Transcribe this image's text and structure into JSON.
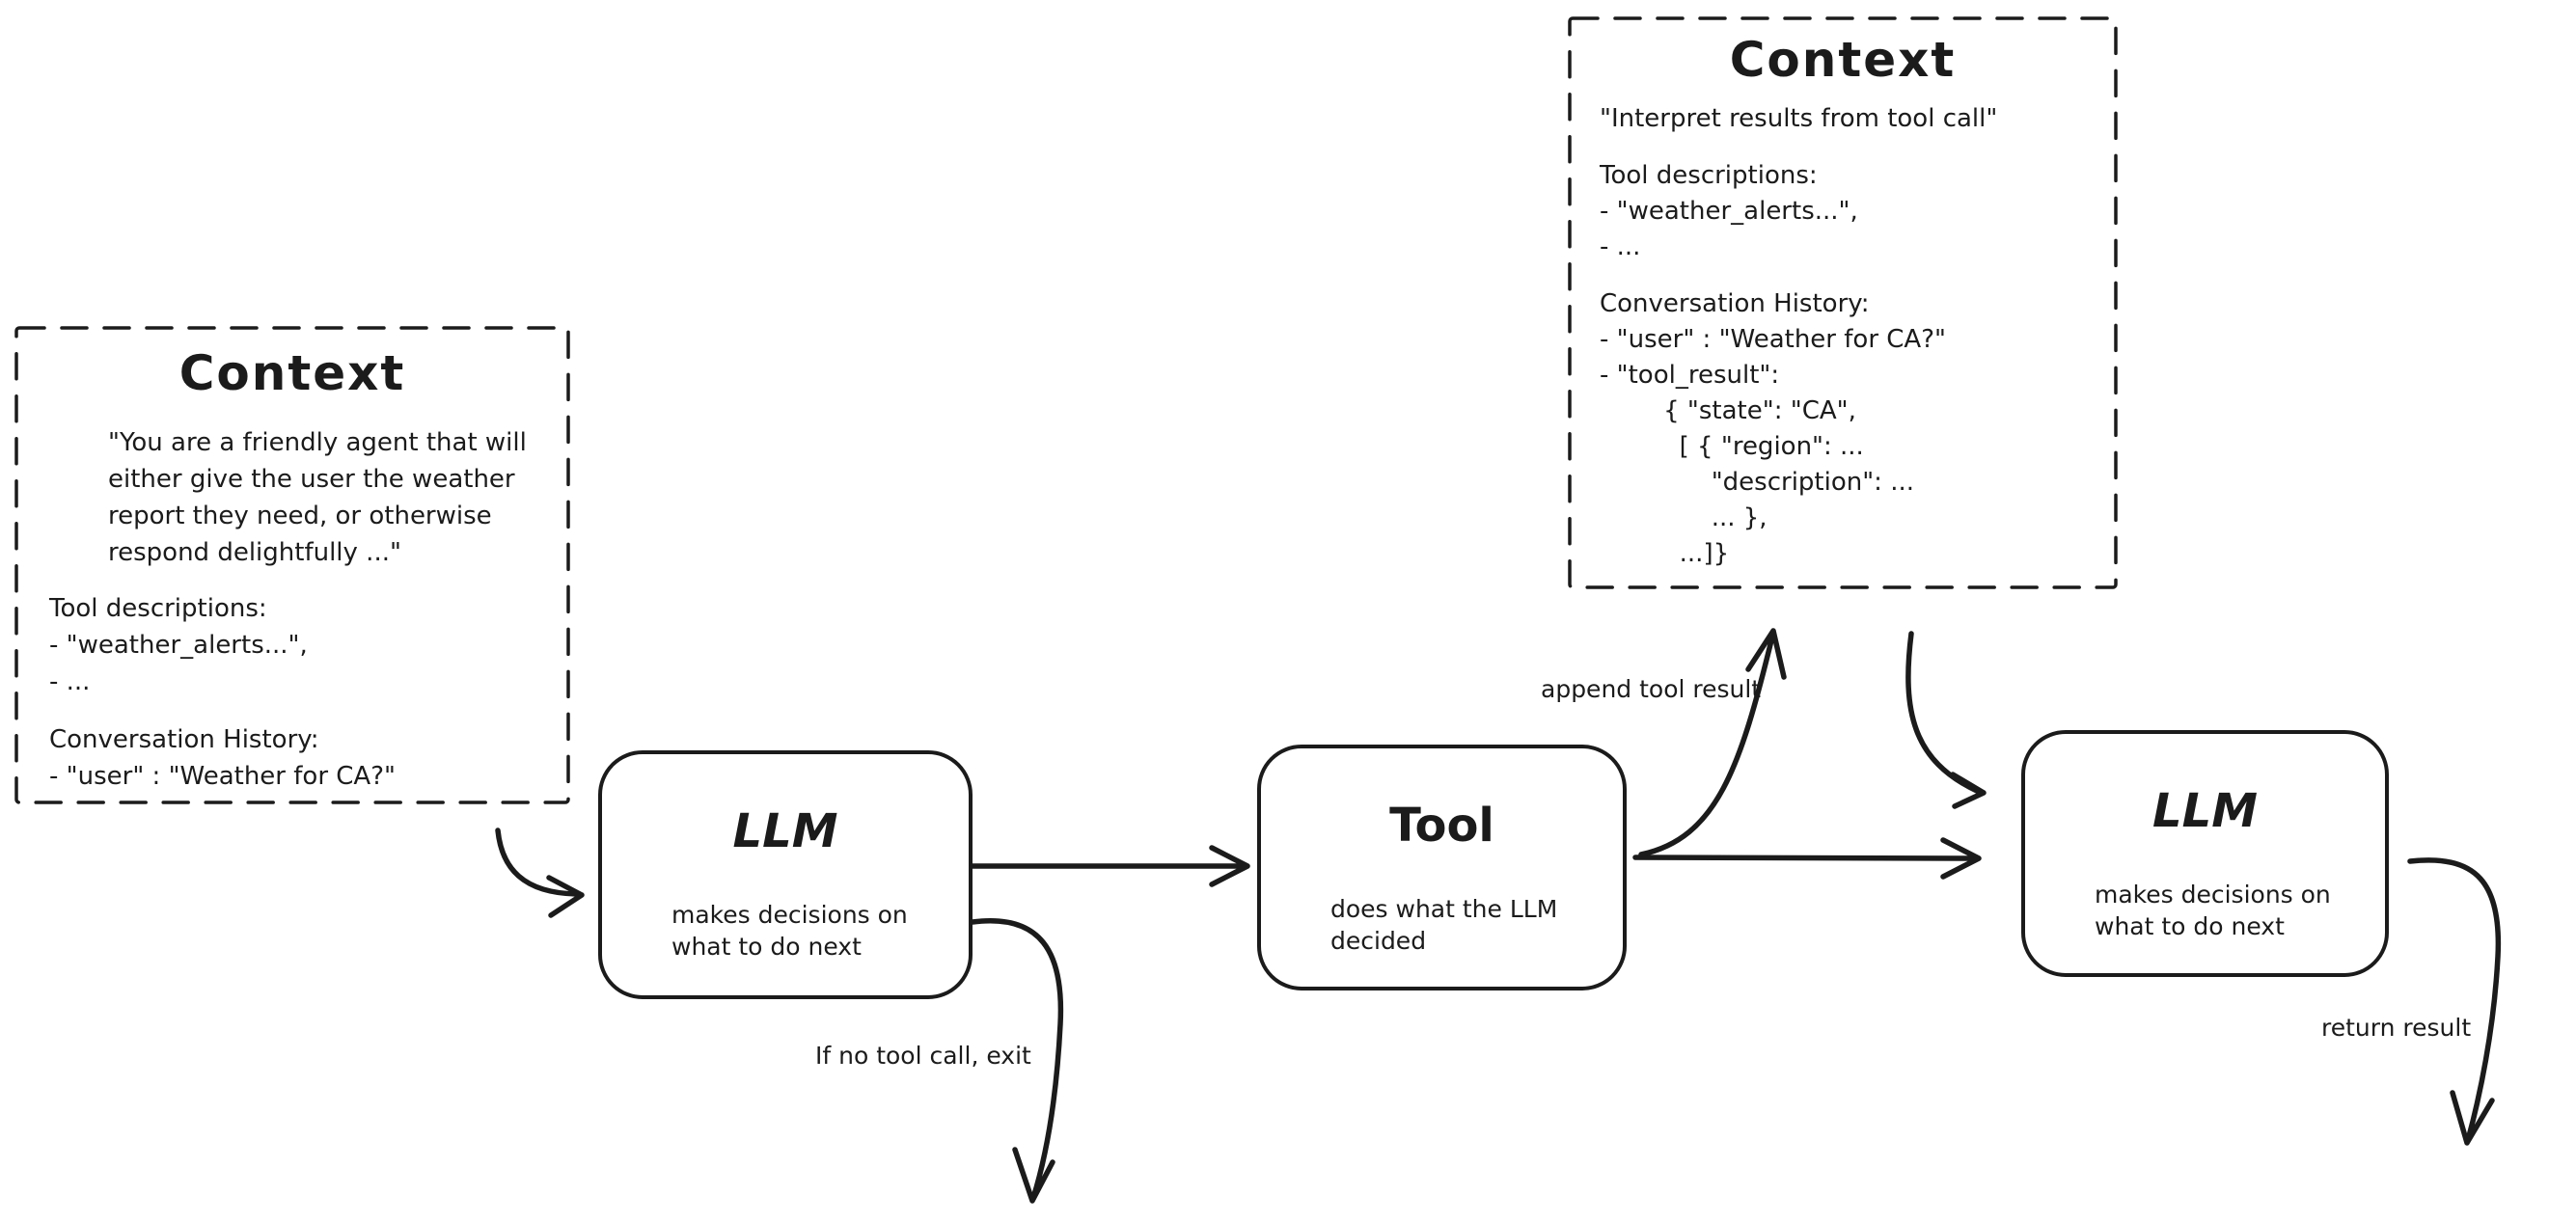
{
  "canvas": {
    "background": "#ffffff",
    "ink": "#1b1b1b"
  },
  "context_left": {
    "title": "Context",
    "paragraph": [
      "\"You are a friendly agent that will",
      "either give the user the weather",
      "report they need, or otherwise",
      "respond delightfully ...\""
    ],
    "lines": [
      "Tool descriptions:",
      "- \"weather_alerts...\",",
      "- ...",
      "",
      "Conversation History:",
      "- \"user\" : \"Weather for CA?\""
    ]
  },
  "context_right": {
    "title": "Context",
    "lines": [
      "\"Interpret results from tool call\"",
      "",
      "Tool descriptions:",
      "- \"weather_alerts...\",",
      "- ...",
      "",
      "Conversation History:",
      "- \"user\" : \"Weather for CA?\"",
      "- \"tool_result\":",
      "        { \"state\": \"CA\",",
      "          [ { \"region\": ...",
      "              \"description\": ...",
      "              ... },",
      "          ...]}"
    ]
  },
  "nodes": {
    "llm1": {
      "title": "LLM",
      "desc": [
        "makes decisions on",
        "what to do next"
      ]
    },
    "tool": {
      "title": "Tool",
      "desc": [
        "does what the LLM",
        "decided"
      ]
    },
    "llm2": {
      "title": "LLM",
      "desc": [
        "makes decisions on",
        "what to do next"
      ]
    }
  },
  "edge_labels": {
    "append_tool_result": "append tool result",
    "if_no_tool_call": "If no tool call, exit",
    "return_result": "return result"
  }
}
